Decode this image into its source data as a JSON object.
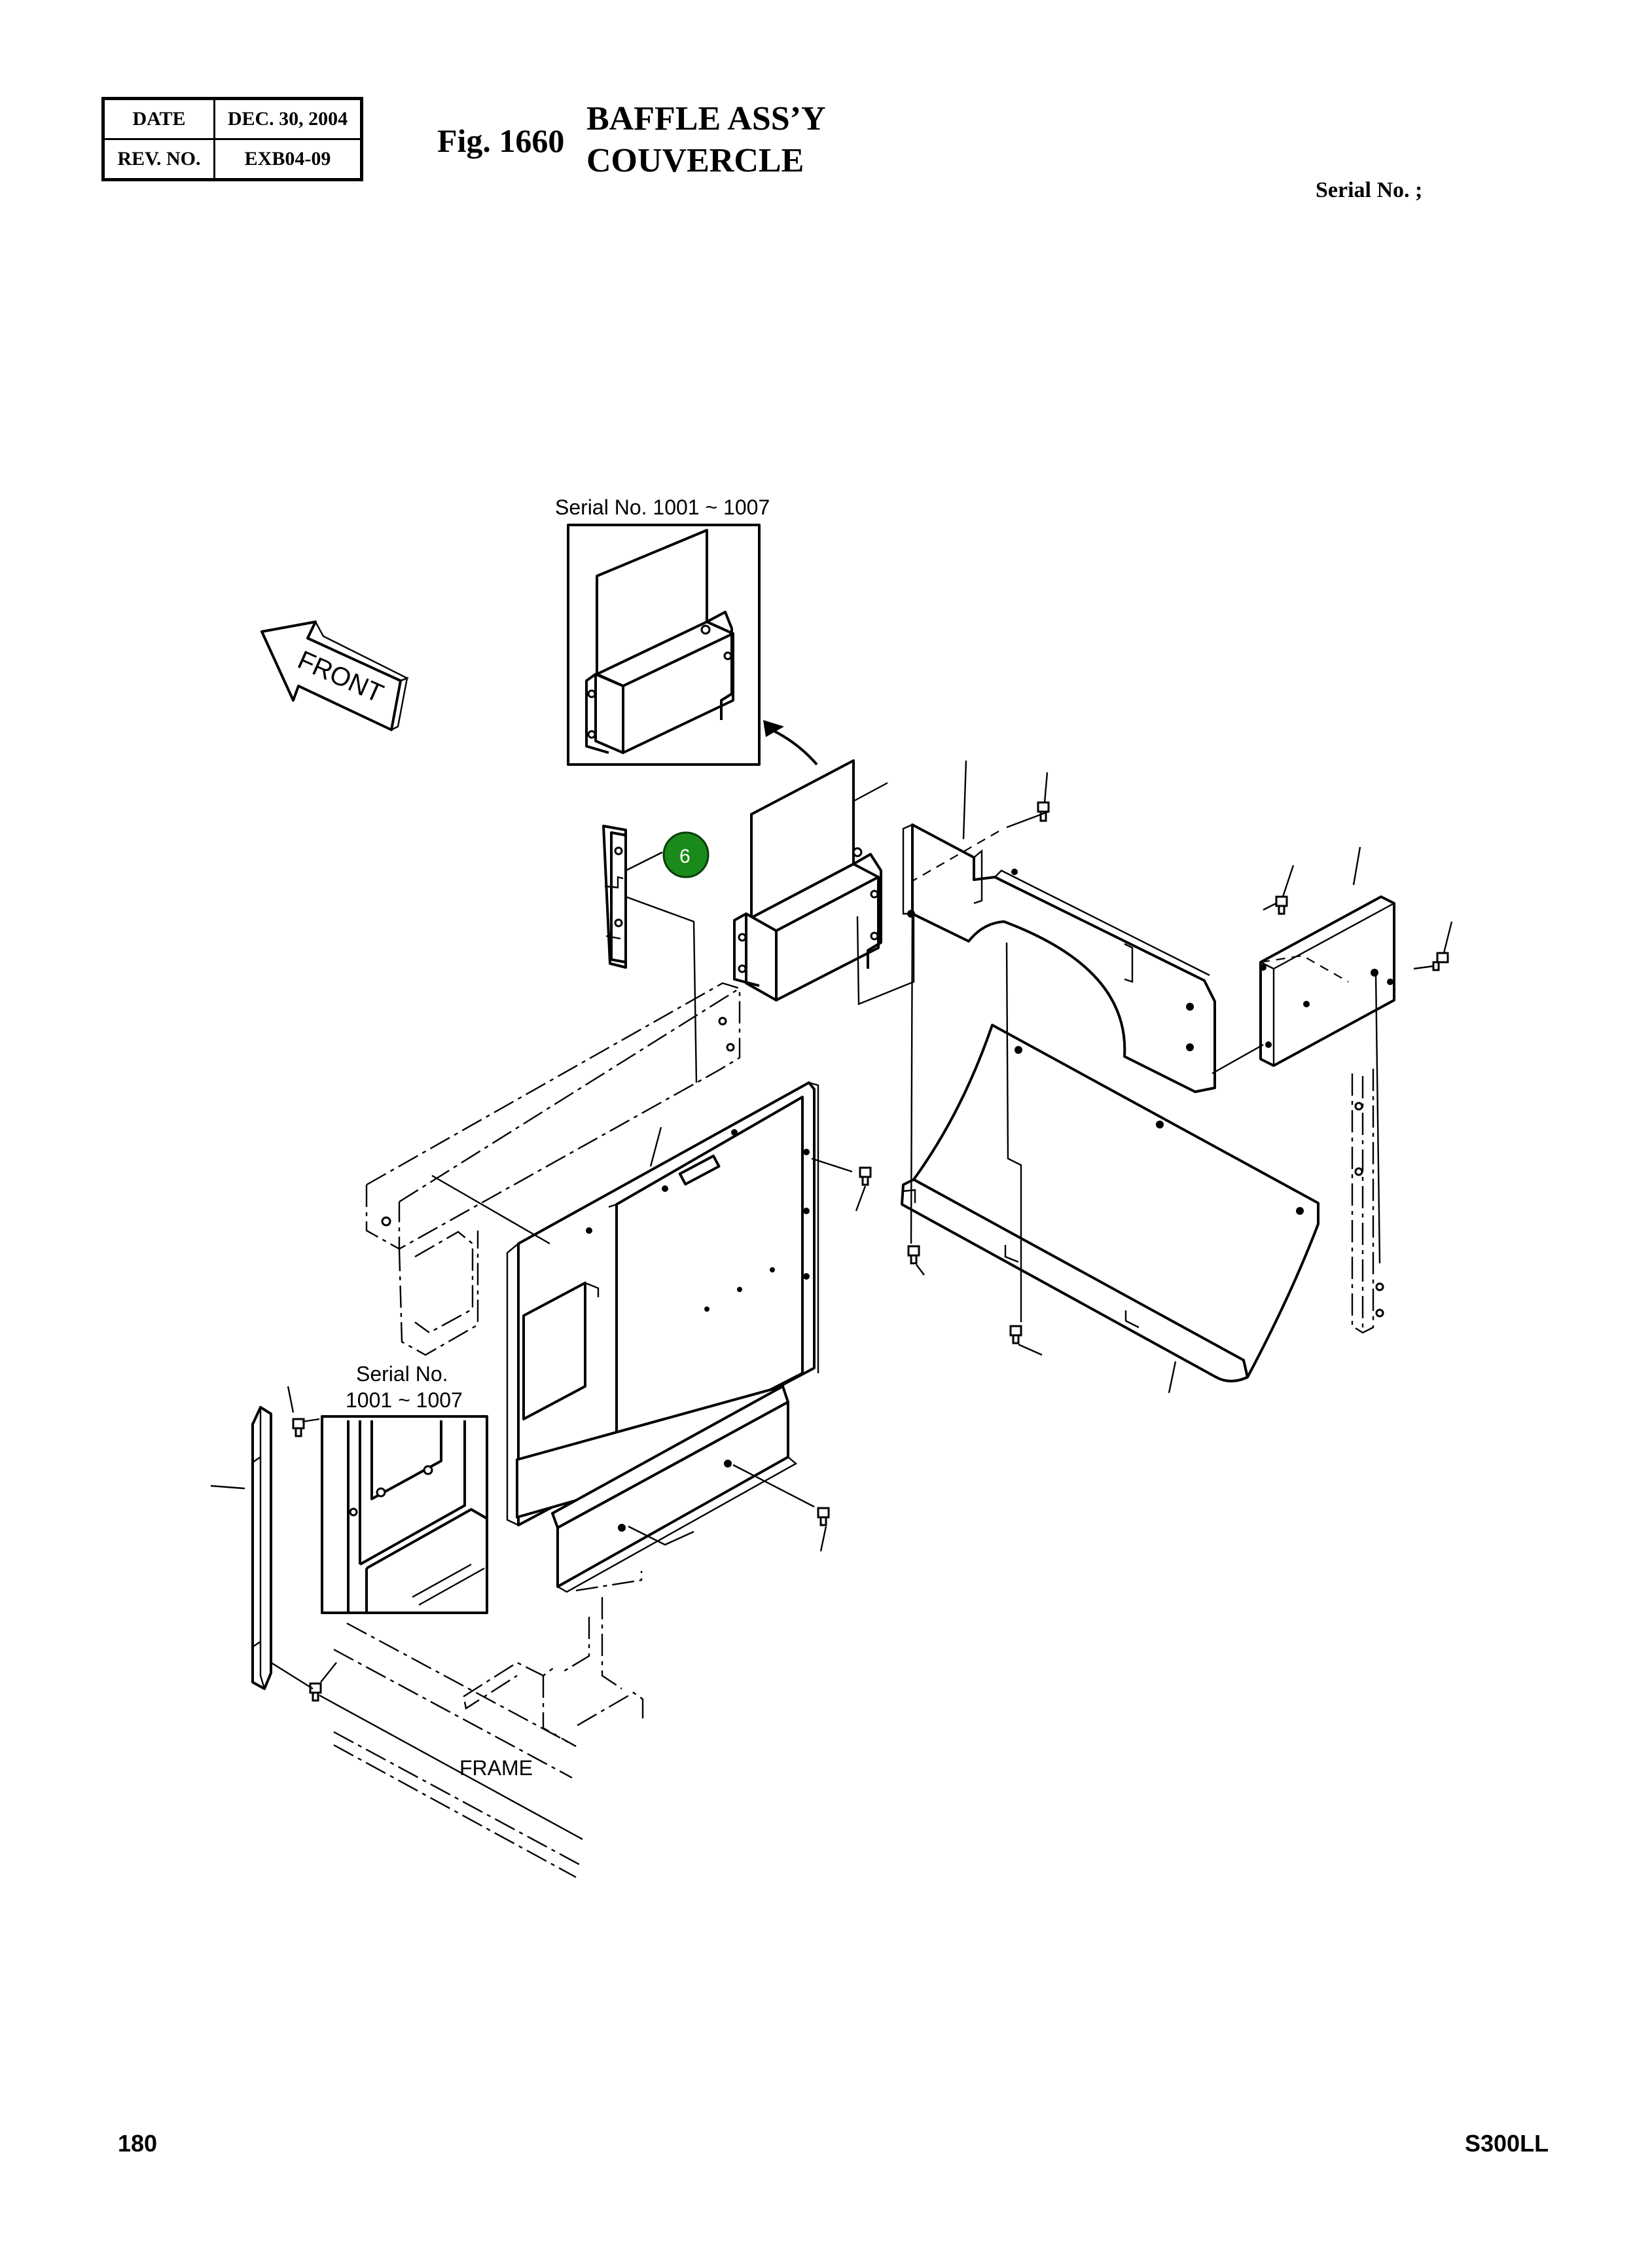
{
  "header": {
    "date_label": "DATE",
    "date_value": "DEC. 30, 2004",
    "rev_label": "REV. NO.",
    "rev_value": "EXB04-09",
    "fig_number": "Fig. 1660",
    "title_en": "BAFFLE ASS’Y",
    "title_fr": "COUVERCLE",
    "serial_label": "Serial No. ;"
  },
  "drawing": {
    "inset_top_label": "Serial No. 1001 ~ 1007",
    "inset_left_label_line1": "Serial No.",
    "inset_left_label_line2": "1001 ~ 1007",
    "front_label": "FRONT",
    "frame_label": "FRAME",
    "callouts": [
      {
        "number": "6",
        "color": "#1a8a1a"
      }
    ]
  },
  "footer": {
    "page_number": "180",
    "model": "S300LL"
  }
}
